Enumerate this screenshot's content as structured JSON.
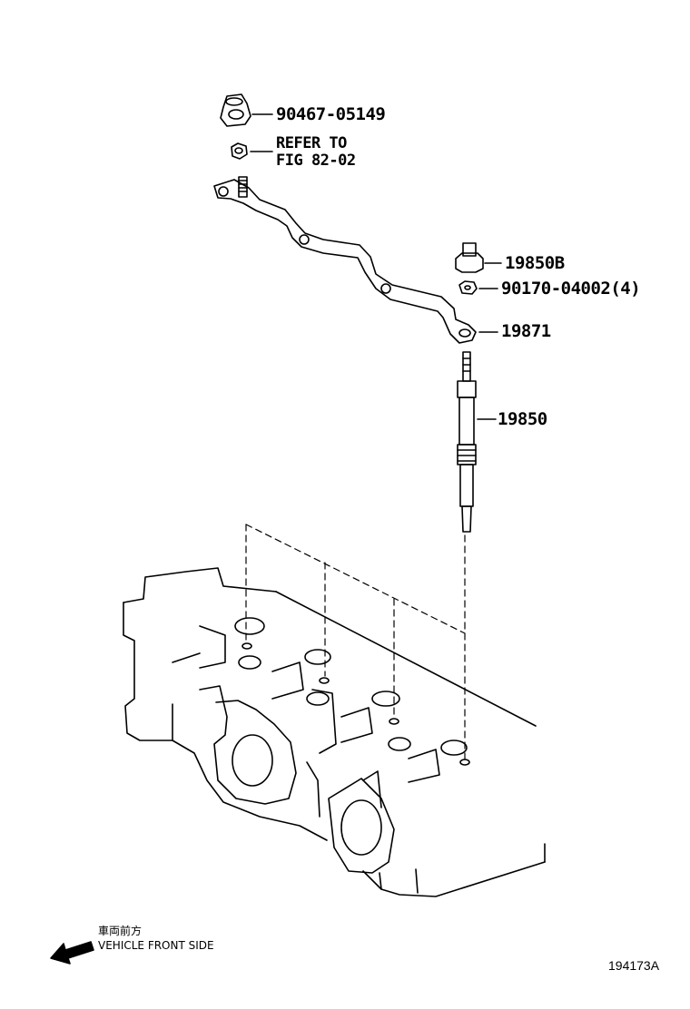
{
  "parts": {
    "p1": "90467-05149",
    "p2": "19850B",
    "p3": "90170-04002(4)",
    "p4": "19871",
    "p5": "19850"
  },
  "refer": {
    "line1": "REFER TO",
    "line2": "FIG 82-02"
  },
  "direction": {
    "jp": "車両前方",
    "en": "VEHICLE FRONT SIDE"
  },
  "figure_code": "194173A"
}
